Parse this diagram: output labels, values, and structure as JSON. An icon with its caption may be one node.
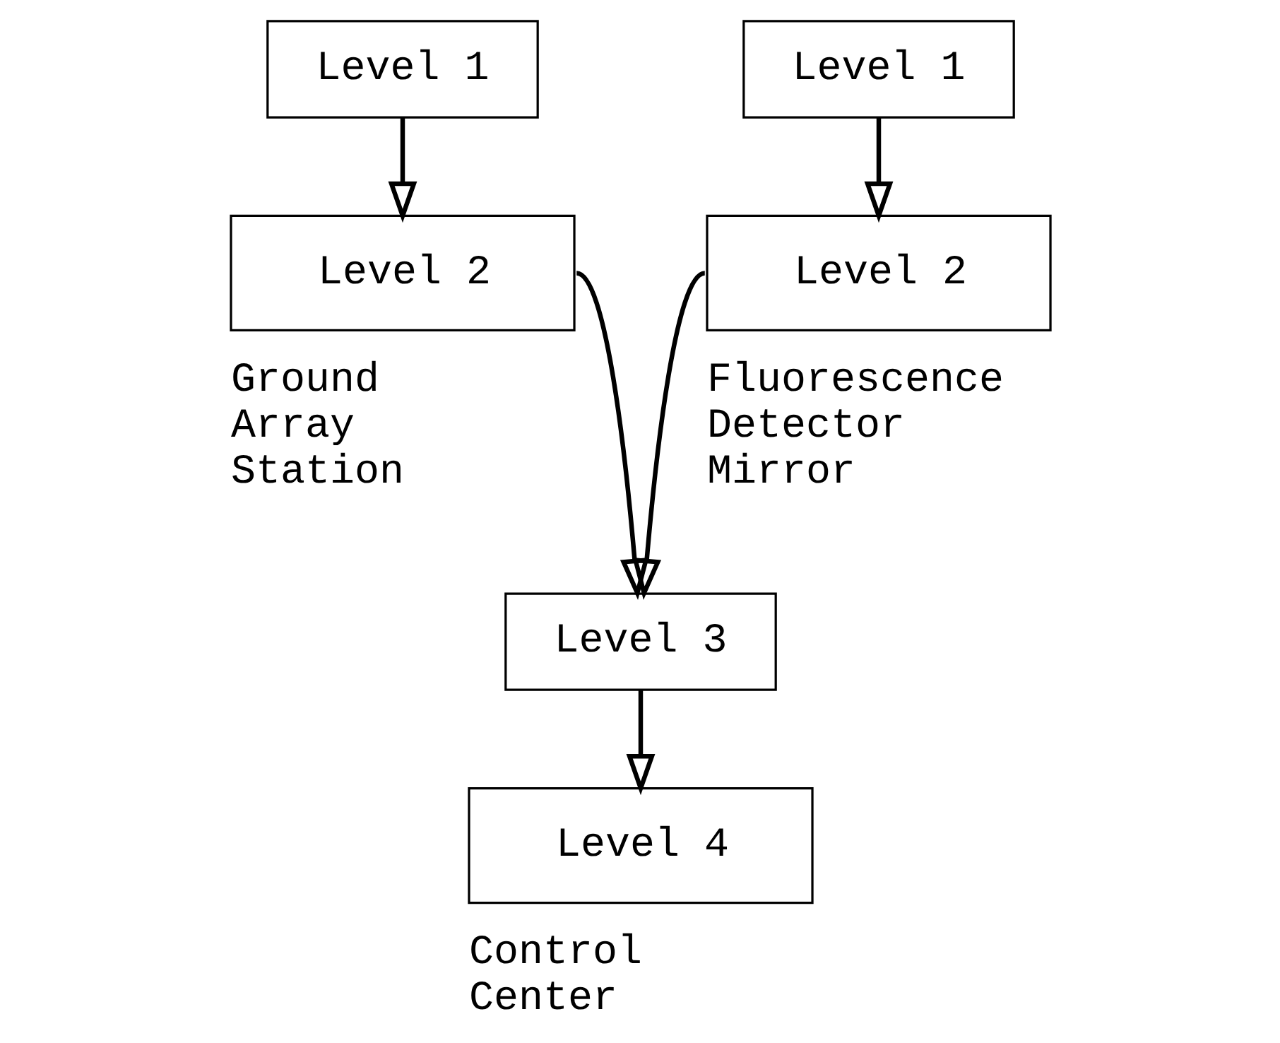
{
  "diagram": {
    "nodes": [
      {
        "text": [
          "Level 1"
        ]
      },
      {
        "text": [
          "Level 2"
        ],
        "beside": [
          "Ground Array Station"
        ]
      },
      {
        "text": [
          "Level 1"
        ]
      },
      {
        "text": [
          "Level 2"
        ],
        "beside": [
          "Fluorescence Detector Mirror"
        ]
      },
      {
        "text": [
          "Level 3"
        ]
      },
      {
        "text": [
          "Level 4"
        ],
        "beside": [
          "Control Center"
        ]
      }
    ],
    "edges": [
      {
        "from": 0,
        "to": 1,
        "arrow": "to"
      },
      {
        "from": 2,
        "to": 3,
        "arrow": "to"
      },
      {
        "from": 1,
        "to": 4,
        "arrow": "to"
      },
      {
        "from": 3,
        "to": 4,
        "arrow": "to"
      },
      {
        "from": 4,
        "to": 5,
        "arrow": "to"
      }
    ]
  }
}
